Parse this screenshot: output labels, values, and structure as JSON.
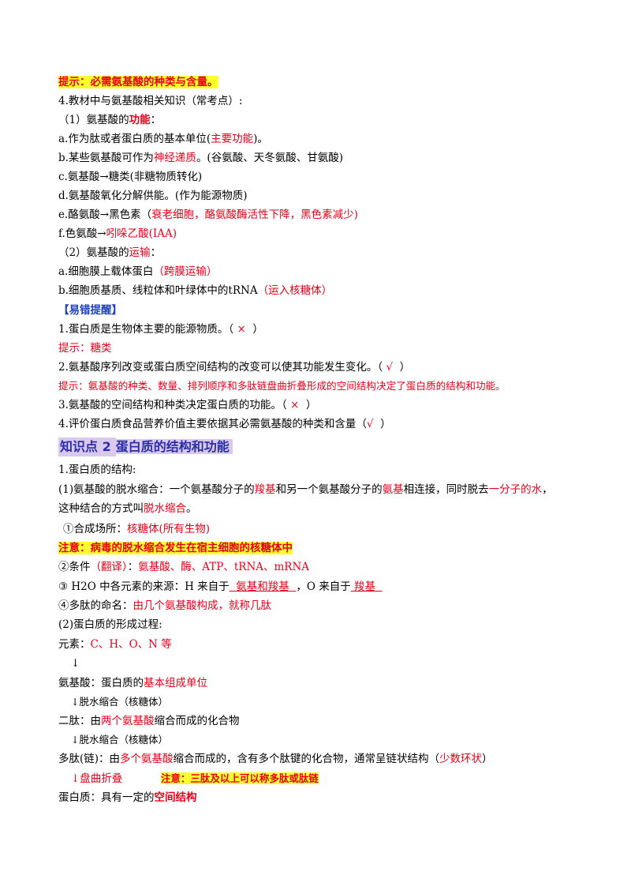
{
  "hint1": "提示：必需氨基酸的种类与含量。",
  "section4_title": "4.教材中与氨基酸相关知识（常考点）:",
  "func_heading_prefix": "（1）氨基酸的",
  "func_heading_key": "功能",
  "func_heading_suffix": "：",
  "func_items": [
    {
      "text": "a.作为肽或者蛋白质的基本单位(",
      "red": "主要功能",
      "tail": ")。"
    },
    {
      "text": "b.某些氨基酸可作为",
      "red": "神经递质",
      "tail": "。(谷氨酸、天冬氨酸、甘氨酸)"
    },
    {
      "text": "c.氨基酸→糖类(非糖物质转化)",
      "red": "",
      "tail": ""
    },
    {
      "text": "d.氨基酸氧化分解供能。(作为能源物质)",
      "red": "",
      "tail": ""
    },
    {
      "text": "e.酪氨酸→黑色素（",
      "red": "衰老细胞，酪氨酸酶活性下降，黑色素减少",
      "tail": ")"
    },
    {
      "text": "f.色氨酸→",
      "red": "吲哚乙酸(IAA)",
      "tail": ""
    }
  ],
  "transport_heading_prefix": "（2）氨基酸的",
  "transport_heading_key": "运输",
  "transport_heading_suffix": "：",
  "transport_items": [
    {
      "text": "a.细胞膜上载体蛋白",
      "red": "（跨膜运输）"
    },
    {
      "text": "b.细胞质基质、线粒体和叶绿体中的tRNA",
      "red": "（运入核糖体）"
    }
  ],
  "error_heading": "【易错提醒】",
  "errors": [
    {
      "q": "1.蛋白质是生物体主要的能源物质。（",
      "mark": "×",
      "end": "）"
    },
    {
      "hint": "提示：糖类"
    },
    {
      "q": "2.氨基酸序列改变或蛋白质空间结构的改变可以使其功能发生变化。（",
      "mark": "√",
      "end": "）"
    },
    {
      "hint": "提示：氨基酸的种类、数量、排列顺序和多肽链盘曲折叠形成的空间结构决定了蛋白质的结构和功能。"
    },
    {
      "q": "3.氨基酸的空间结构和种类决定蛋白质的功能。（",
      "mark": "×",
      "end": "）"
    },
    {
      "q": "4.评价蛋白质食品营养价值主要依据其必需氨基酸的种类和含量（",
      "mark": "√",
      "end": "）"
    }
  ],
  "kp_label": "知识点 2",
  "kp_title": "蛋白质的结构和功能",
  "struct_title": "1.蛋白质的结构:",
  "dehydration": {
    "p1": "(1)氨基酸的脱水缩合：一个氨基酸分子的",
    "r1": "羧基",
    "p2": "和另一个氨基酸分子的",
    "r2": "氨基",
    "p3": "相连接，同时脱去",
    "r3": "一分子的水",
    "p4": "，",
    "line2a": "这种结合的方式叫",
    "line2r": "脱水缩合",
    "line2b": "。"
  },
  "site": {
    "label": "①合成场所：",
    "value": "核糖体(所有生物)"
  },
  "note1": "注意：病毒的脱水缩合发生在宿主细胞的核糖体中",
  "condition": {
    "label": "②条件",
    "red1": "（翻译）",
    "mid": "：",
    "red2": "氨基酸、酶、ATP、tRNA、mRNA"
  },
  "h2o": {
    "label": "③ H2O 中各元素的来源：H 来自于",
    "h_src": "氨基和羧基",
    "mid": "，O 来自于",
    "o_src": "羧基"
  },
  "naming": {
    "label": "④多肽的命名：",
    "value": "由几个氨基酸构成，就称几肽"
  },
  "formation_title": "(2)蛋白质的形成过程:",
  "elements": {
    "label": "元素：",
    "value": "C、H、O、N 等"
  },
  "arrow": "↓",
  "amino": {
    "label": "氨基酸：蛋白质的",
    "value": "基本组成单位"
  },
  "step1": "↓脱水缩合（核糖体）",
  "dipeptide": {
    "label": "二肽：由",
    "red": "两个氨基酸",
    "tail": "缩合而成的化合物"
  },
  "step2": "↓脱水缩合（核糖体）",
  "polypeptide": {
    "label": "多肽(链)：由",
    "red": "多个氨基酸",
    "tail": "缩合而成的，含有多个肽键的化合物，通常呈链状结构（",
    "red2": "少数环状",
    "end": "）"
  },
  "step3": "↓盘曲折叠",
  "note2": "注意：三肽及以上可以称多肽或肽链",
  "protein": {
    "label": "蛋白质：具有一定的",
    "value": "空间结构"
  }
}
